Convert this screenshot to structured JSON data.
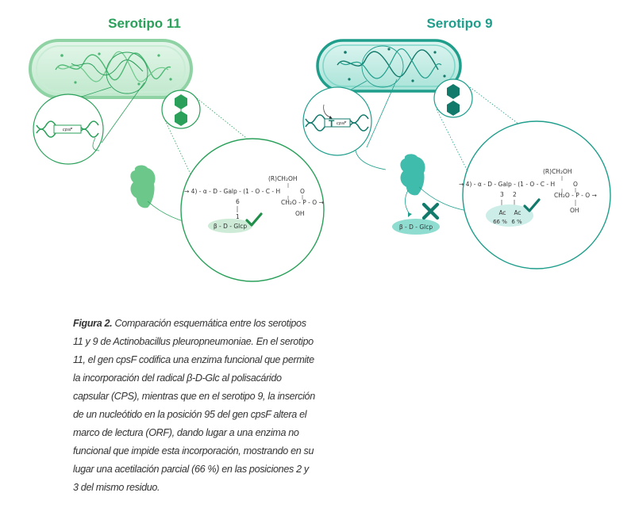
{
  "colors": {
    "serotype11": "#2aa05a",
    "serotype11_light": "#6cc88a",
    "serotype9": "#1f9e8c",
    "serotype9_dark": "#127a6b",
    "serotype9_light": "#7ed6c8"
  },
  "serotype11": {
    "title": "Serotipo 11",
    "gene": "cpsF",
    "formula": {
      "chain": "→ 4) - α - D - Galp - (1 - O - C - H",
      "rch2oh": "(R)CH₂OH",
      "o_double": "O",
      "ch2o": "CH₂O - P - O →",
      "oh": "OH",
      "pos6": "6",
      "pos1": "1",
      "residue": "β - D - Glcp"
    },
    "status_icon": "check-icon"
  },
  "serotype9": {
    "title": "Serotipo 9",
    "gene": "cpsF",
    "insertion": "T",
    "formula": {
      "chain": "→ 4) - α - D - Galp - (1 - O - C - H",
      "rch2oh": "(R)CH₂OH",
      "o_double": "O",
      "ch2o": "CH₂O - P - O →",
      "oh": "OH",
      "pos3": "3",
      "pos2": "2",
      "ac1": "Ac",
      "ac2": "Ac",
      "pct1": "66 %",
      "pct2": "6 %",
      "residue": "β - D - Glcp"
    },
    "status_icon": "check-icon",
    "blocked_icon": "cross-icon"
  },
  "caption": {
    "label": "Figura 2.",
    "text": "Comparación esquemática entre los serotipos 11 y 9 de Actinobacillus pleuropneumoniae. En el serotipo 11, el gen cpsF codifica una enzima funcional que permite la incorporación del radical β-D-Glc al polisacárido capsular (CPS), mientras que en el serotipo 9, la inserción de un nucleótido en la posición 95 del gen cpsF altera el marco de lectura (ORF), dando lugar a una enzima no funcional que impide esta incorporación, mostrando en su lugar una acetilación parcial (66 %) en las posiciones 2 y 3 del mismo residuo."
  }
}
